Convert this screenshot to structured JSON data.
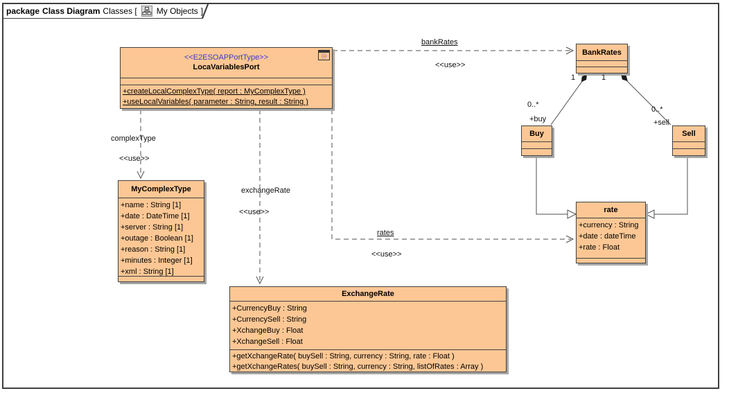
{
  "frame": {
    "kind": "package",
    "title": "Class Diagram",
    "context_open": "Classes [",
    "diagram_name": "My Objects",
    "context_close": "]"
  },
  "classes": [
    {
      "stereotype": "<<E2ESOAPPortType>>",
      "name": "LocaVariablesPort",
      "attributes": [],
      "operations": [
        "+createLocalComplexType( report : MyComplexType )",
        "+useLocalVariables( parameter : String, result : String )"
      ]
    },
    {
      "name": "BankRates",
      "attributes": [],
      "operations": []
    },
    {
      "name": "Buy",
      "attributes": [],
      "operations": []
    },
    {
      "name": "Sell",
      "attributes": [],
      "operations": []
    },
    {
      "name": "rate",
      "attributes": [
        "+currency : String",
        "+date : dateTime",
        "+rate : Float"
      ],
      "operations": []
    },
    {
      "name": "MyComplexType",
      "attributes": [
        "+name : String [1]",
        "+date : DateTime [1]",
        "+server : String [1]",
        "+outage : Boolean [1]",
        "+reason : String [1]",
        "+minutes : Integer [1]",
        "+xml : String [1]"
      ],
      "operations": []
    },
    {
      "name": "ExchangeRate",
      "attributes": [
        "+CurrencyBuy : String",
        "+CurrencySell : String",
        "+XchangeBuy : Float",
        "+XchangeSell : Float"
      ],
      "operations": [
        "+getXchangeRate( buySell : String, currency : String, rate : Float )",
        "+getXchangeRates( buySell : String, currency : String, listOfRates : Array )"
      ]
    }
  ],
  "relationships": {
    "dependencies": [
      {
        "name": "bankRates",
        "stereotype": "<<use>>",
        "from": "LocaVariablesPort",
        "to": "BankRates"
      },
      {
        "name": "complexType",
        "stereotype": "<<use>>",
        "from": "LocaVariablesPort",
        "to": "MyComplexType"
      },
      {
        "name": "exchangeRate",
        "stereotype": "<<use>>",
        "from": "LocaVariablesPort",
        "to": "ExchangeRate"
      },
      {
        "name": "rates",
        "stereotype": "<<use>>",
        "from": "LocaVariablesPort",
        "to": "rate"
      }
    ],
    "compositions": [
      {
        "from": "BankRates",
        "to": "Buy",
        "from_multiplicity": "1",
        "to_multiplicity": "0..*",
        "to_role": "+buy"
      },
      {
        "from": "BankRates",
        "to": "Sell",
        "from_multiplicity": "1",
        "to_multiplicity": "0..*",
        "to_role": "+sell"
      }
    ],
    "generalizations": [
      {
        "from": "Buy",
        "to": "rate"
      },
      {
        "from": "Sell",
        "to": "rate"
      }
    ]
  },
  "icons": {
    "tab_icon": "diagram-hierarchy-icon",
    "port_icon": "soap-port-icon"
  },
  "colors": {
    "class_fill": "#fcc794",
    "class_border": "#424242",
    "shadow": "#a6a6a6",
    "stereotype_text": "#3b3bd0",
    "wire": "#4f4f4f",
    "frame_border": "#3f3f3f"
  }
}
